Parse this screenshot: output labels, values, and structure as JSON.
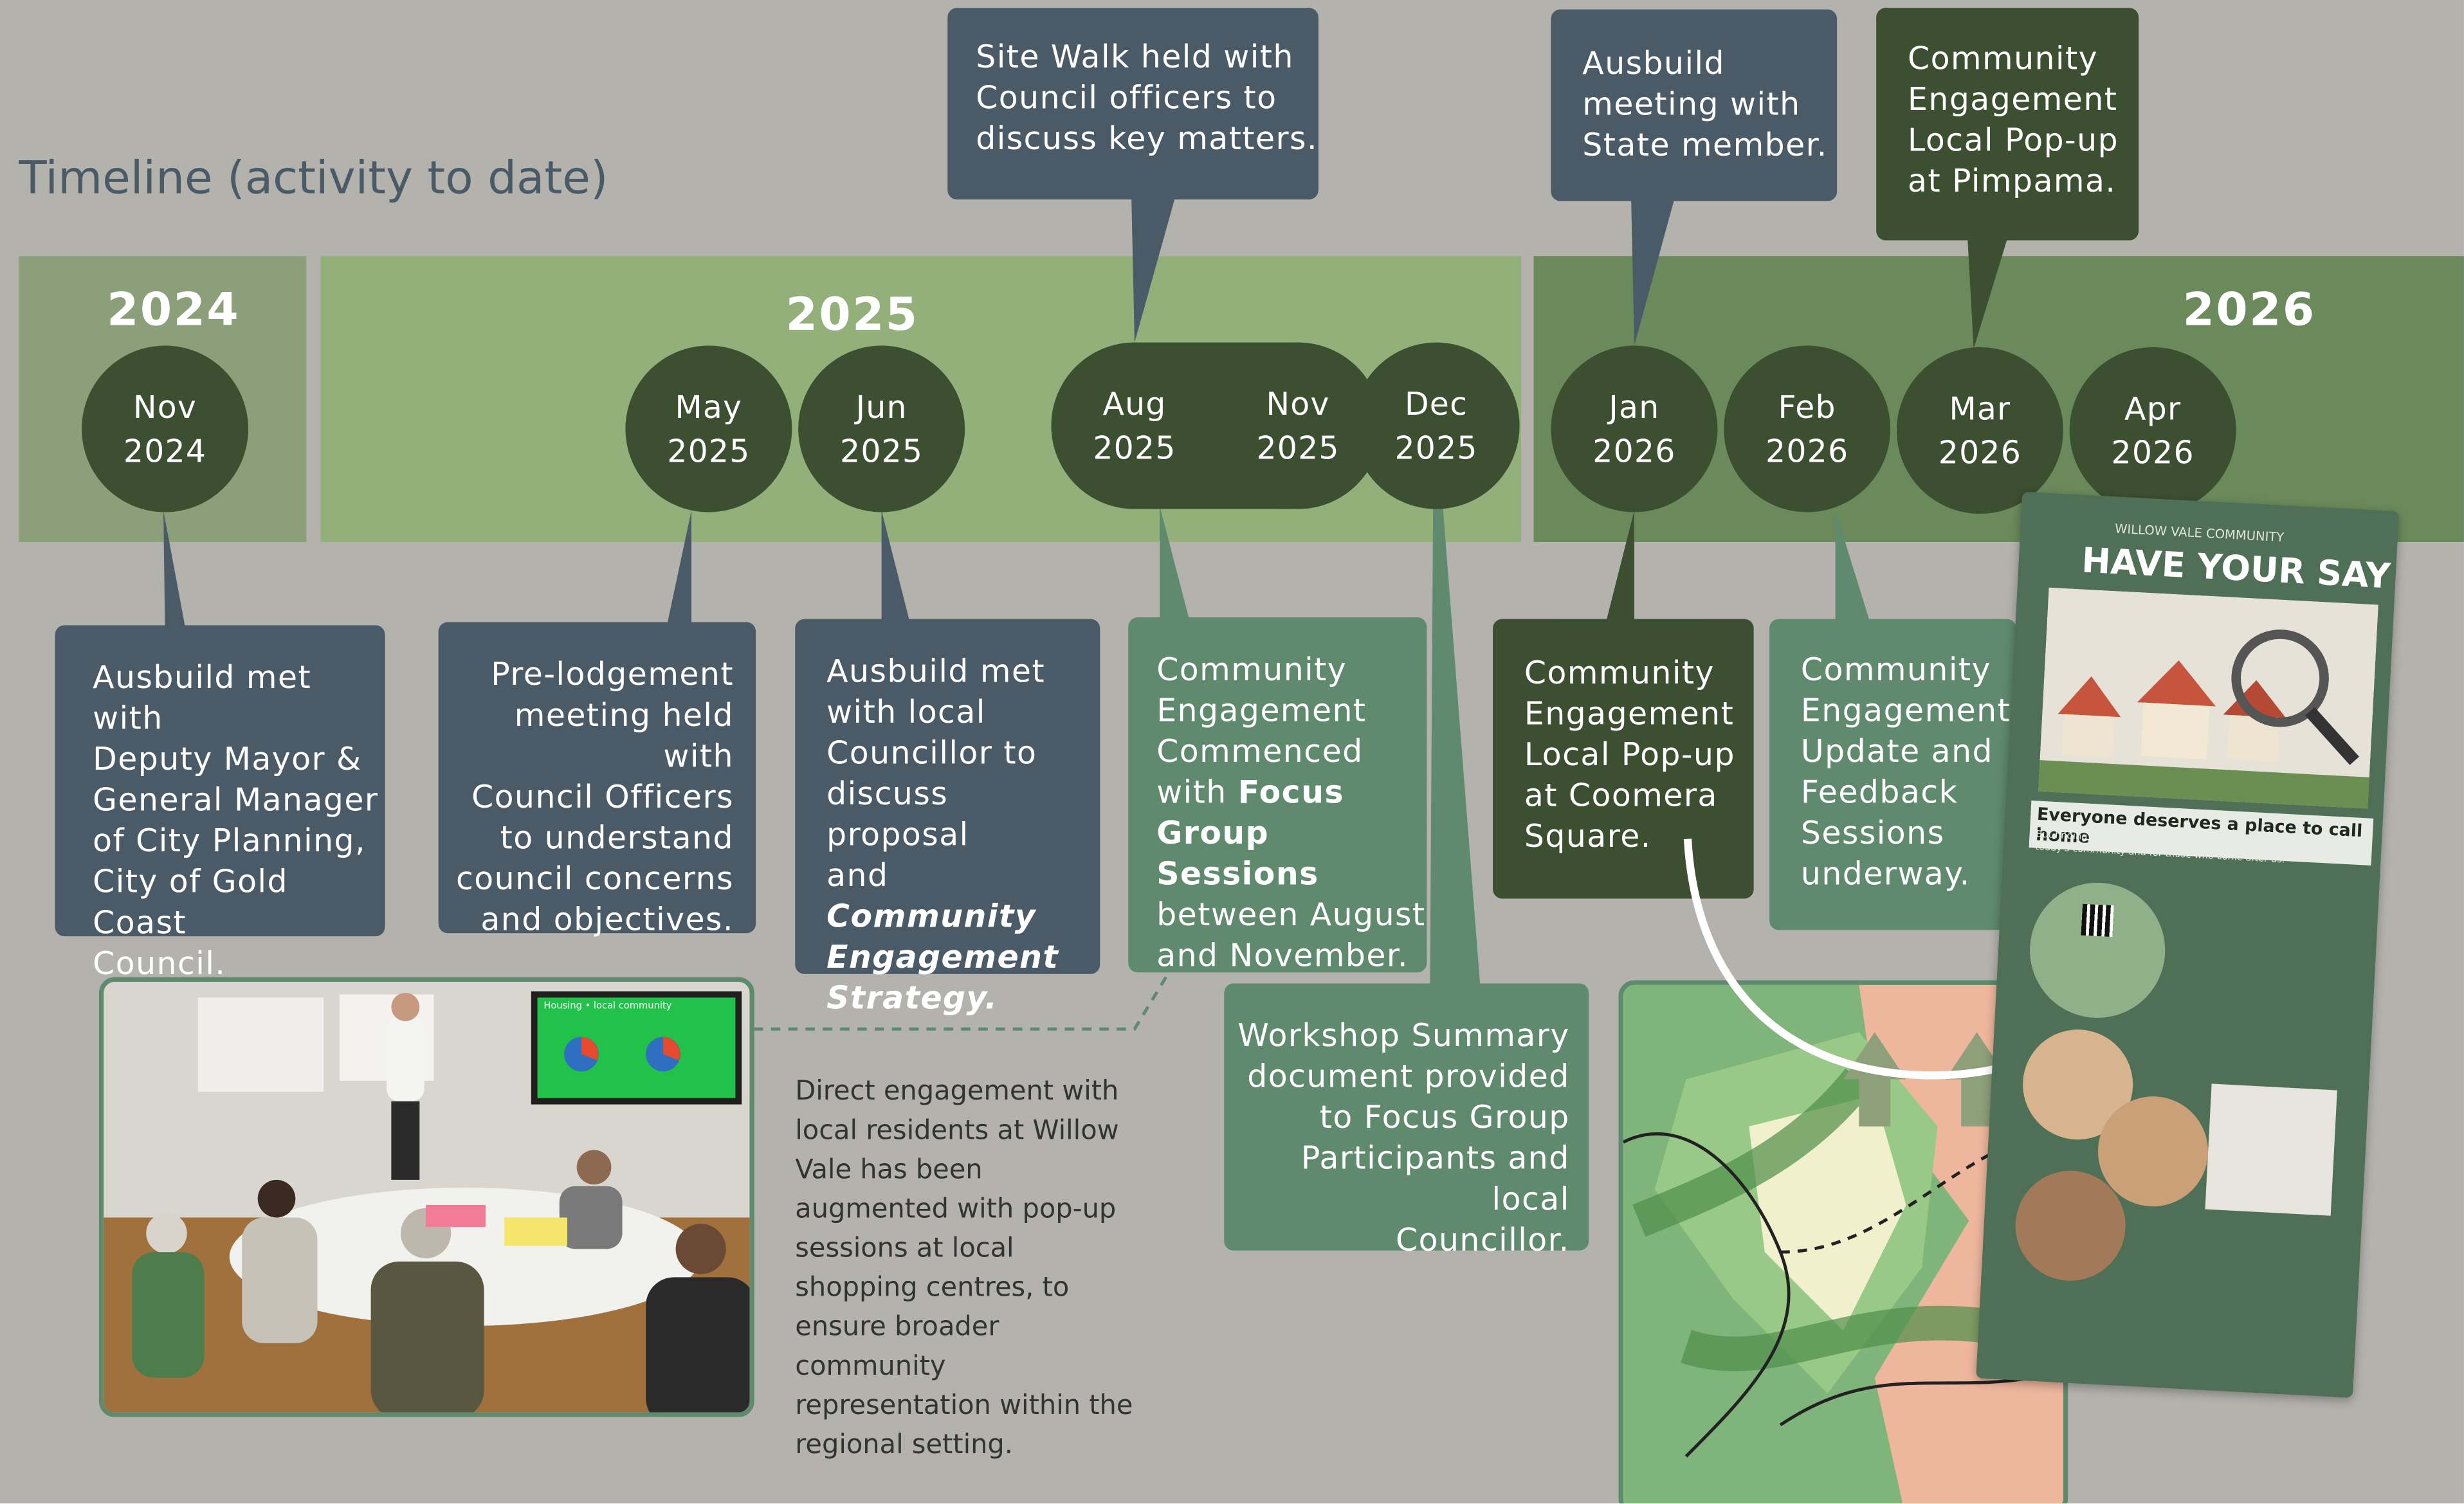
{
  "title": "Timeline (activity to date)",
  "years": [
    "2024",
    "2025",
    "2026"
  ],
  "milestones": [
    {
      "month": "Nov",
      "year": "2024"
    },
    {
      "month": "May",
      "year": "2025"
    },
    {
      "month": "Jun",
      "year": "2025"
    },
    {
      "month": "Aug",
      "year": "2025"
    },
    {
      "month": "Nov",
      "year": "2025"
    },
    {
      "month": "Dec",
      "year": "2025"
    },
    {
      "month": "Jan",
      "year": "2026"
    },
    {
      "month": "Feb",
      "year": "2026"
    },
    {
      "month": "Mar",
      "year": "2026"
    },
    {
      "month": "Apr",
      "year": "2026"
    }
  ],
  "events": {
    "site_walk": [
      "Site Walk held with",
      "Council officers to",
      "discuss key matters."
    ],
    "state_member": [
      "Ausbuild",
      "meeting with",
      "State member."
    ],
    "pimpama": [
      "Community",
      "Engagement",
      "Local Pop-up",
      "at Pimpama."
    ],
    "deputy_mayor": [
      "Ausbuild met with",
      "Deputy Mayor &",
      "General Manager",
      "of City Planning,",
      "City of Gold Coast",
      "Council."
    ],
    "prelodgement": [
      "Pre-lodgement",
      "meeting held with",
      "Council Officers",
      "to understand",
      "council concerns",
      "and objectives."
    ],
    "councillor": {
      "lines": [
        "Ausbuild met",
        "with local",
        "Councillor to",
        "discuss proposal"
      ],
      "and": "and ",
      "emph_1": "Community",
      "emph_2": "Engagement",
      "emph_3": "Strategy."
    },
    "focus_groups": {
      "lines": [
        "Community",
        "Engagement",
        "Commenced"
      ],
      "with": "with ",
      "bold_1": "Focus",
      "bold_2": "Group Sessions",
      "tail": [
        "between August",
        "and November."
      ]
    },
    "workshop": [
      "Workshop Summary",
      "document provided",
      "to Focus Group",
      "Participants and local",
      "Councillor."
    ],
    "coomera": [
      "Community",
      "Engagement",
      "Local Pop-up",
      "at Coomera",
      "Square."
    ],
    "feedback": [
      "Community",
      "Engagement",
      "Update and",
      "Feedback",
      "Sessions",
      "underway."
    ]
  },
  "note": "Direct engagement with local residents at Willow Vale has been augmented with pop-up sessions at local shopping centres, to ensure broader community representation within the regional setting.",
  "photo": {
    "screen_title": "Housing • local community"
  },
  "flyer": {
    "kicker": "WILLOW VALE COMMUNITY",
    "headline": "HAVE YOUR SAY",
    "tagline": "Everyone deserves a place to call home",
    "subline": "But finding suitable, affordable housing is becoming harder for today's community and for those who come after us."
  },
  "colors": {
    "background": "#b4b2ad",
    "band_2024": "#8ba07a",
    "band_2025": "#93b07b",
    "band_2026": "#6a8a5c",
    "circle": "#3c4f31",
    "slate_box": "#4a5b67",
    "green_box": "#5f8a6e",
    "dark_box": "#3c4f31"
  }
}
